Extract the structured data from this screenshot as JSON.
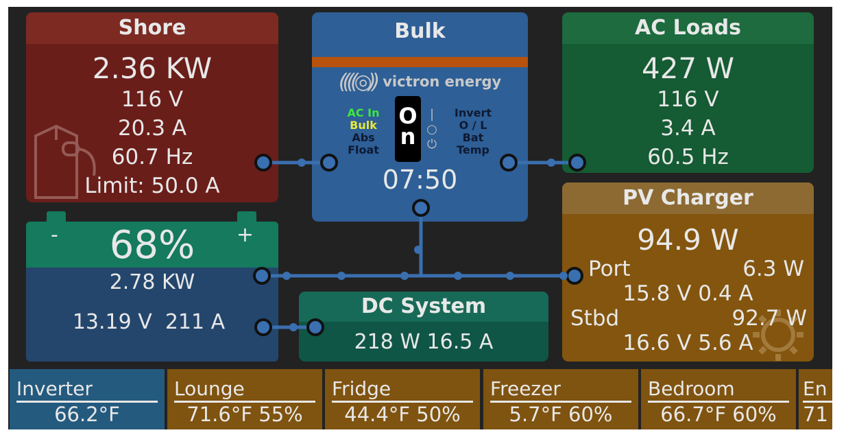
{
  "shore": {
    "title": "Shore",
    "power": "2.36 KW",
    "voltage": "116 V",
    "current": "20.3 A",
    "frequency": "60.7 Hz",
    "limit": "Limit: 50.0 A",
    "icon": "shore-plug-icon"
  },
  "inverter": {
    "state": "Bulk",
    "brand": "victron energy",
    "switch": "On",
    "leds_left": [
      "AC In",
      "Bulk",
      "Abs",
      "Float"
    ],
    "leds_right": [
      "Invert",
      "O / L",
      "Bat",
      "Temp"
    ],
    "time": "07:50",
    "colors": {
      "ac_in": "#3ee83e",
      "bulk": "#e8e83e"
    }
  },
  "ac_loads": {
    "title": "AC Loads",
    "power": "427 W",
    "voltage": "116 V",
    "current": "3.4 A",
    "frequency": "60.5 Hz"
  },
  "pv": {
    "title": "PV Charger",
    "power": "94.9 W",
    "port_label": "Port",
    "port_power": "6.3 W",
    "port_vi": "15.8 V 0.4 A",
    "stbd_label": "Stbd",
    "stbd_power": "92.7 W",
    "stbd_vi": "16.6 V 5.6 A",
    "icon": "sun-icon"
  },
  "battery": {
    "soc": "68%",
    "minus": "-",
    "plus": "+",
    "power": "2.78 KW",
    "voltage": "13.19 V",
    "current": "211 A"
  },
  "dc_system": {
    "title": "DC System",
    "value": "218 W 16.5 A"
  },
  "tiles": [
    {
      "label": "Inverter",
      "value": "66.2°F",
      "color": "#245a7e"
    },
    {
      "label": "Lounge",
      "value": "71.6°F 55%",
      "color": "#7f5310"
    },
    {
      "label": "Fridge",
      "value": "44.4°F 50%",
      "color": "#7f5310"
    },
    {
      "label": "Freezer",
      "value": "5.7°F 60%",
      "color": "#7f5310"
    },
    {
      "label": "Bedroom",
      "value": "66.7°F 60%",
      "color": "#7f5310"
    },
    {
      "label": "En",
      "value": "71",
      "color": "#7f5310"
    }
  ]
}
